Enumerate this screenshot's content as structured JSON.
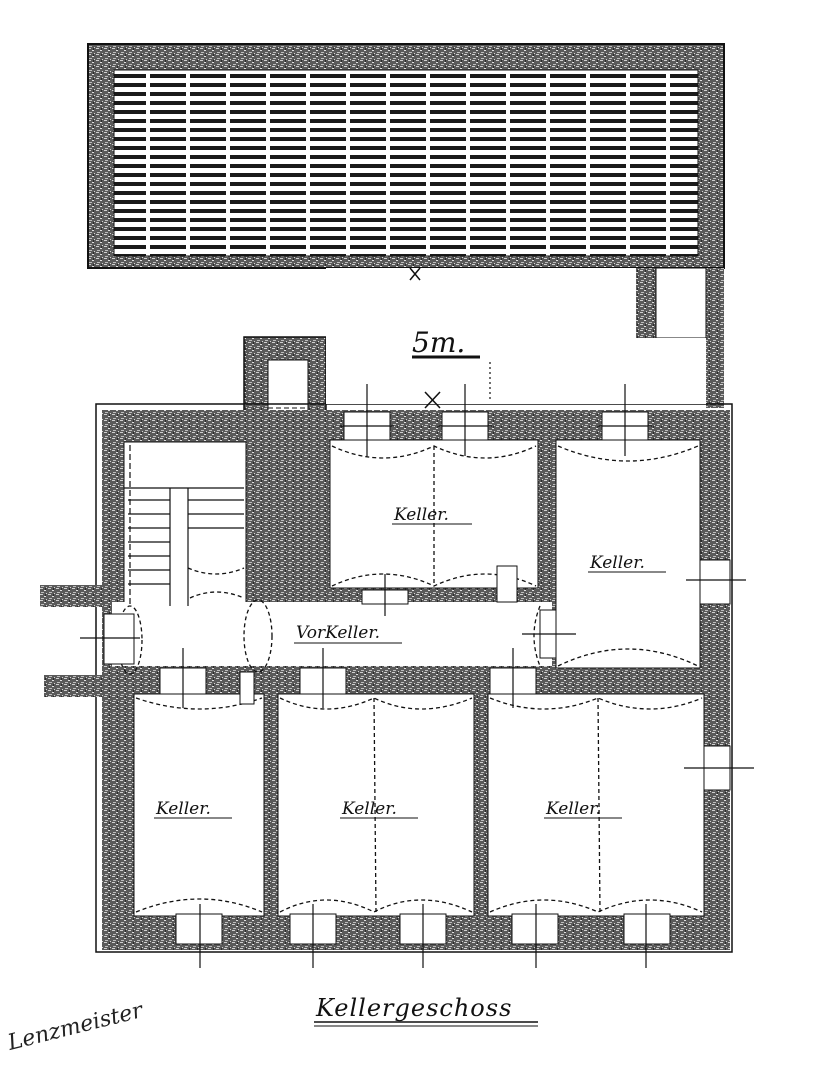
{
  "drawing": {
    "title": "Kellergeschoss",
    "scale_label": "5m.",
    "signature": "Lenzmeister",
    "colors": {
      "wall": "#3a3a3a",
      "wall_light": "#8a8a8a",
      "ink": "#111111",
      "paper": "#ffffff"
    }
  },
  "rooms": [
    {
      "id": "keller-top-center",
      "label": "Keller."
    },
    {
      "id": "keller-top-right",
      "label": "Keller."
    },
    {
      "id": "vorkeller",
      "label": "VorKeller."
    },
    {
      "id": "keller-bottom-left",
      "label": "Keller."
    },
    {
      "id": "keller-bottom-middle",
      "label": "Keller."
    },
    {
      "id": "keller-bottom-right",
      "label": "Keller."
    }
  ],
  "features": {
    "cistern": "hatched-tank",
    "staircase": "stair-flight",
    "shaft": "light-shaft",
    "markers": [
      "x-mark",
      "x-mark"
    ]
  }
}
